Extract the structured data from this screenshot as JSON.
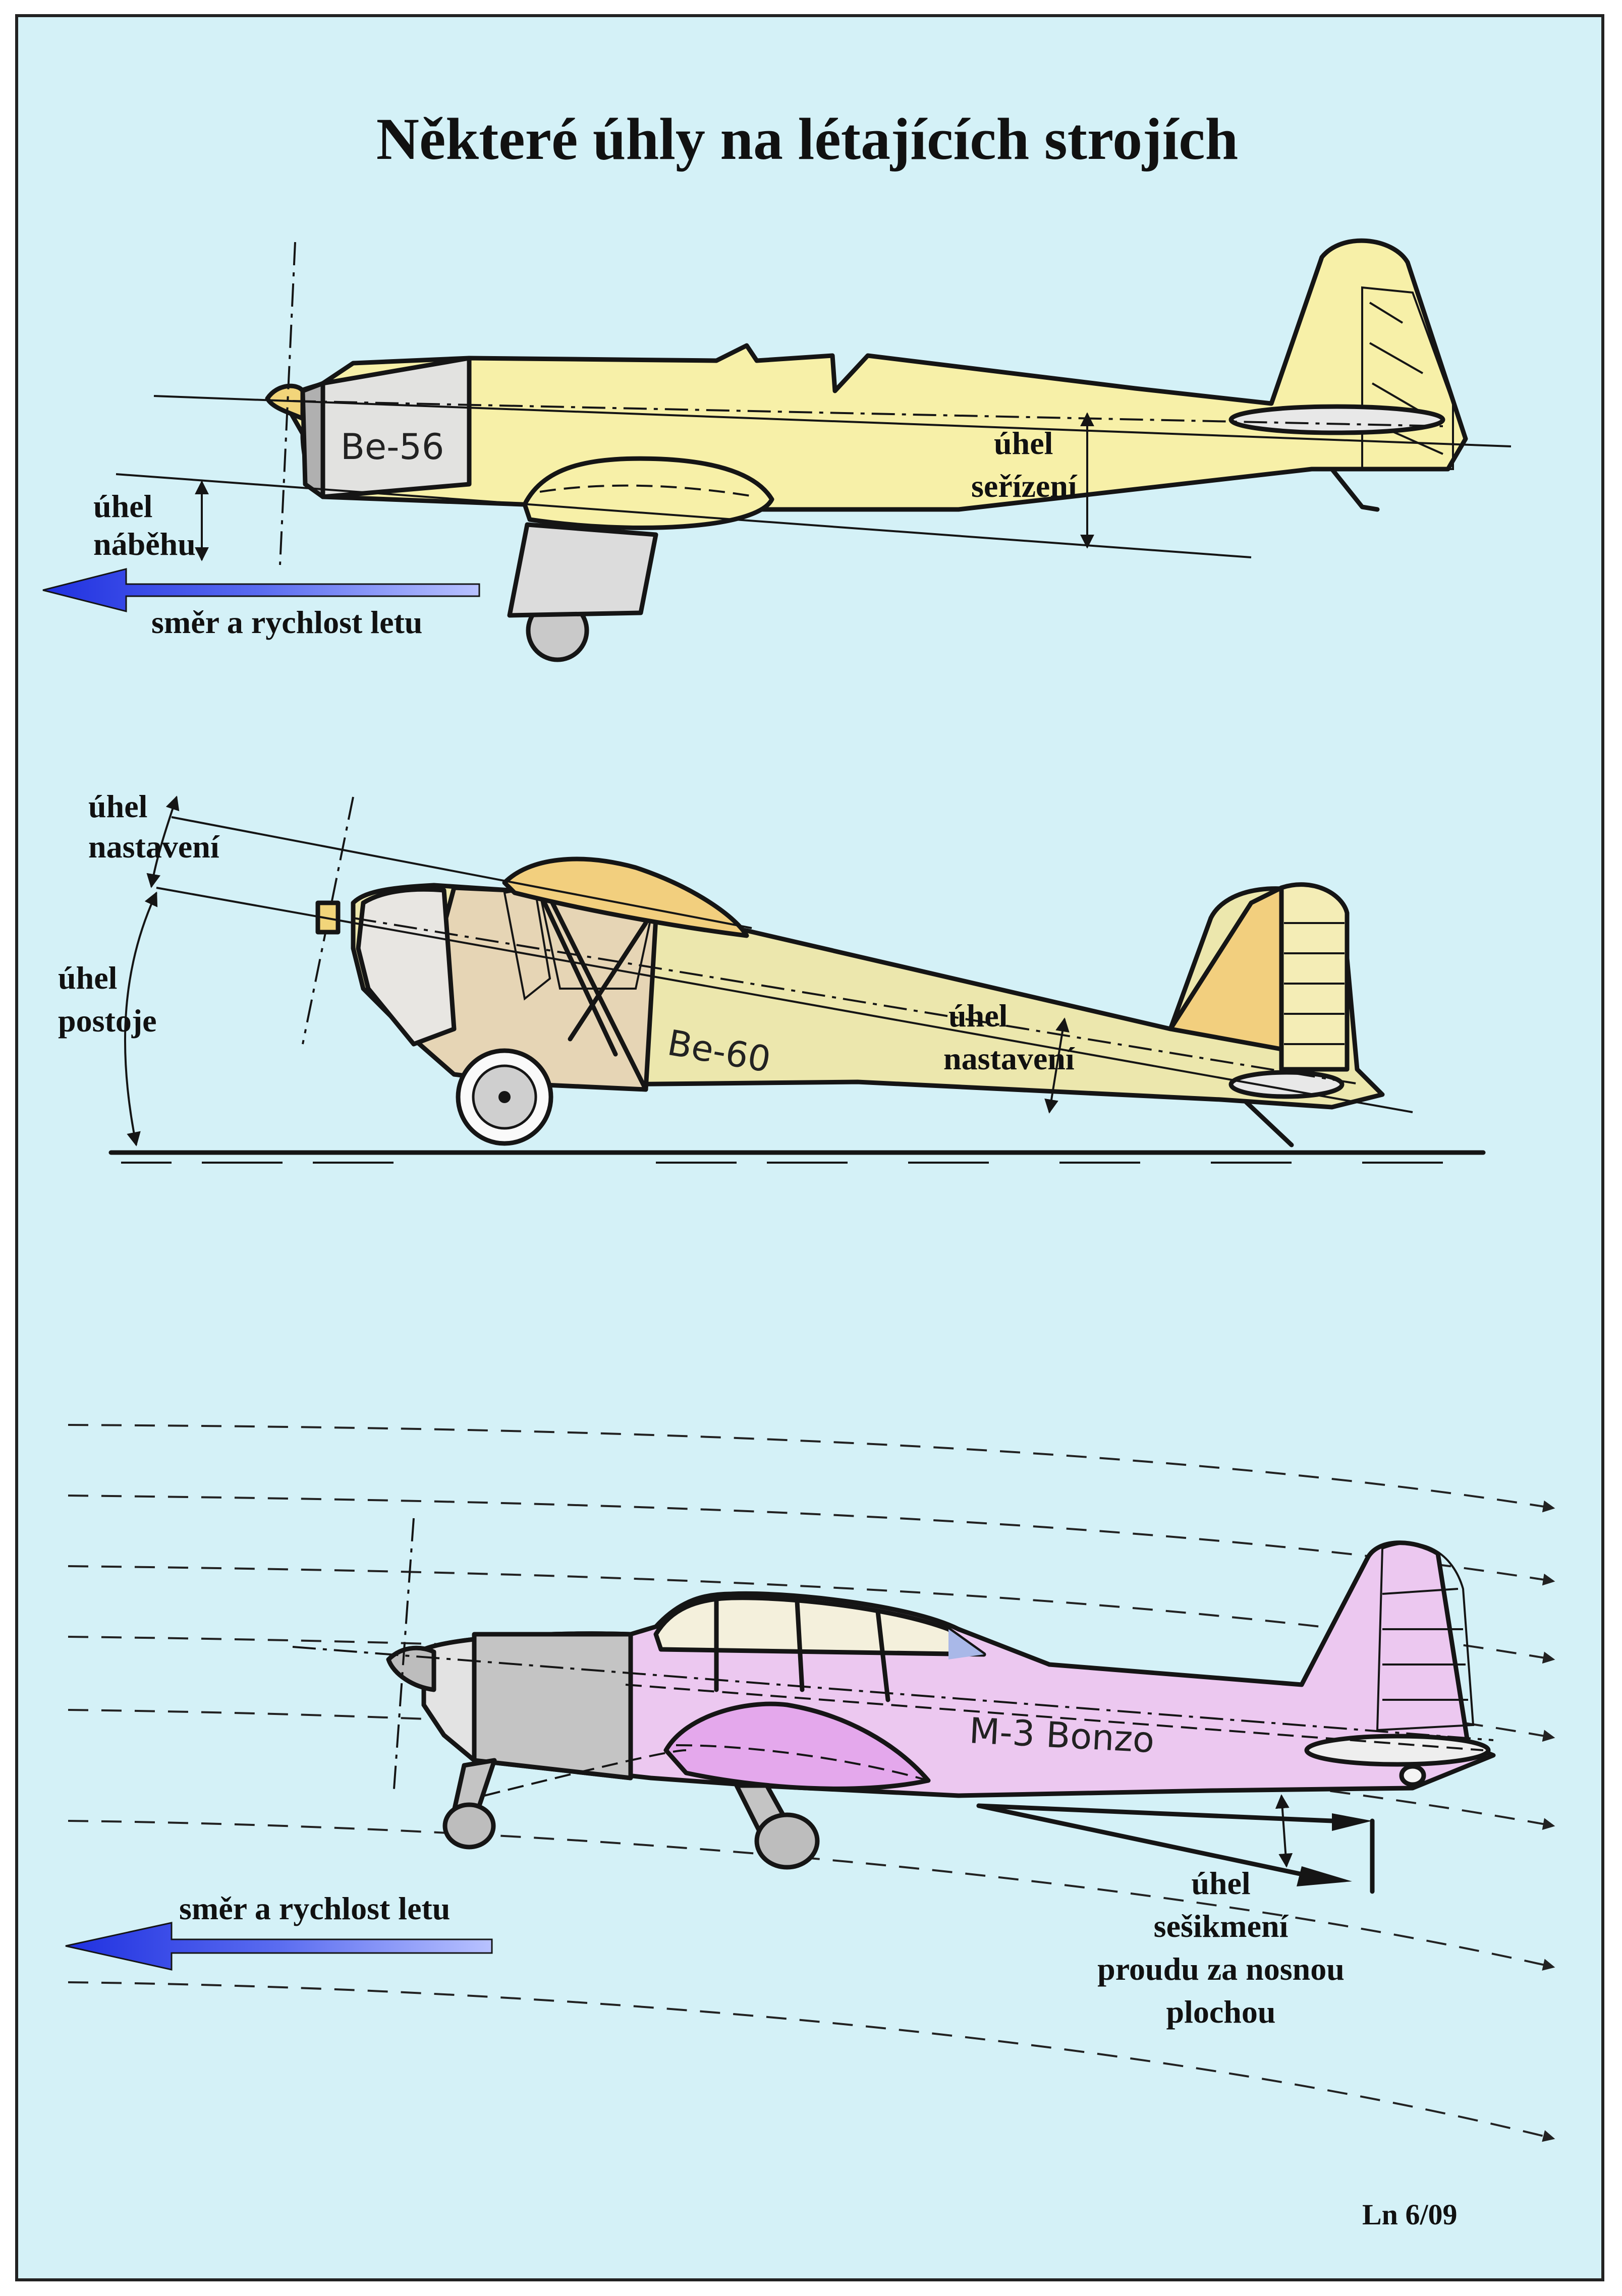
{
  "title": "Některé úhly na létajících strojích",
  "figure_1": {
    "registration": "Be-56",
    "labels": {
      "angle_of_attack_line1": "úhel",
      "angle_of_attack_line2": "náběhu",
      "trim_angle_line1": "úhel",
      "trim_angle_line2": "seřízení",
      "flight_direction": "směr a rychlost letu"
    }
  },
  "figure_2": {
    "registration": "Be-60",
    "labels": {
      "incidence_left_line1": "úhel",
      "incidence_left_line2": "nastavení",
      "ground_angle_line1": "úhel",
      "ground_angle_line2": "postoje",
      "incidence_tail_line1": "úhel",
      "incidence_tail_line2": "nastavení"
    }
  },
  "figure_3": {
    "registration": "M-3 Bonzo",
    "labels": {
      "flight_direction": "směr a rychlost letu",
      "downwash_line1": "úhel",
      "downwash_line2": "sešikmení",
      "downwash_line3": "proudu za nosnou",
      "downwash_line4": "plochou"
    }
  },
  "footer": {
    "reference": "Ln 6/09"
  },
  "colors": {
    "background": "#d4f1f7",
    "be56_body": "#f7f0a8",
    "be60_body": "#ece7ad",
    "be60_cabin": "#e6d5b5",
    "be60_wing": "#f2cf7e",
    "bonzo_body": "#ecc8f0",
    "bonzo_wing": "#e4a8ec",
    "cowling_gray": "#c9c9c9",
    "arrow_blue": "#2a3ce0"
  }
}
